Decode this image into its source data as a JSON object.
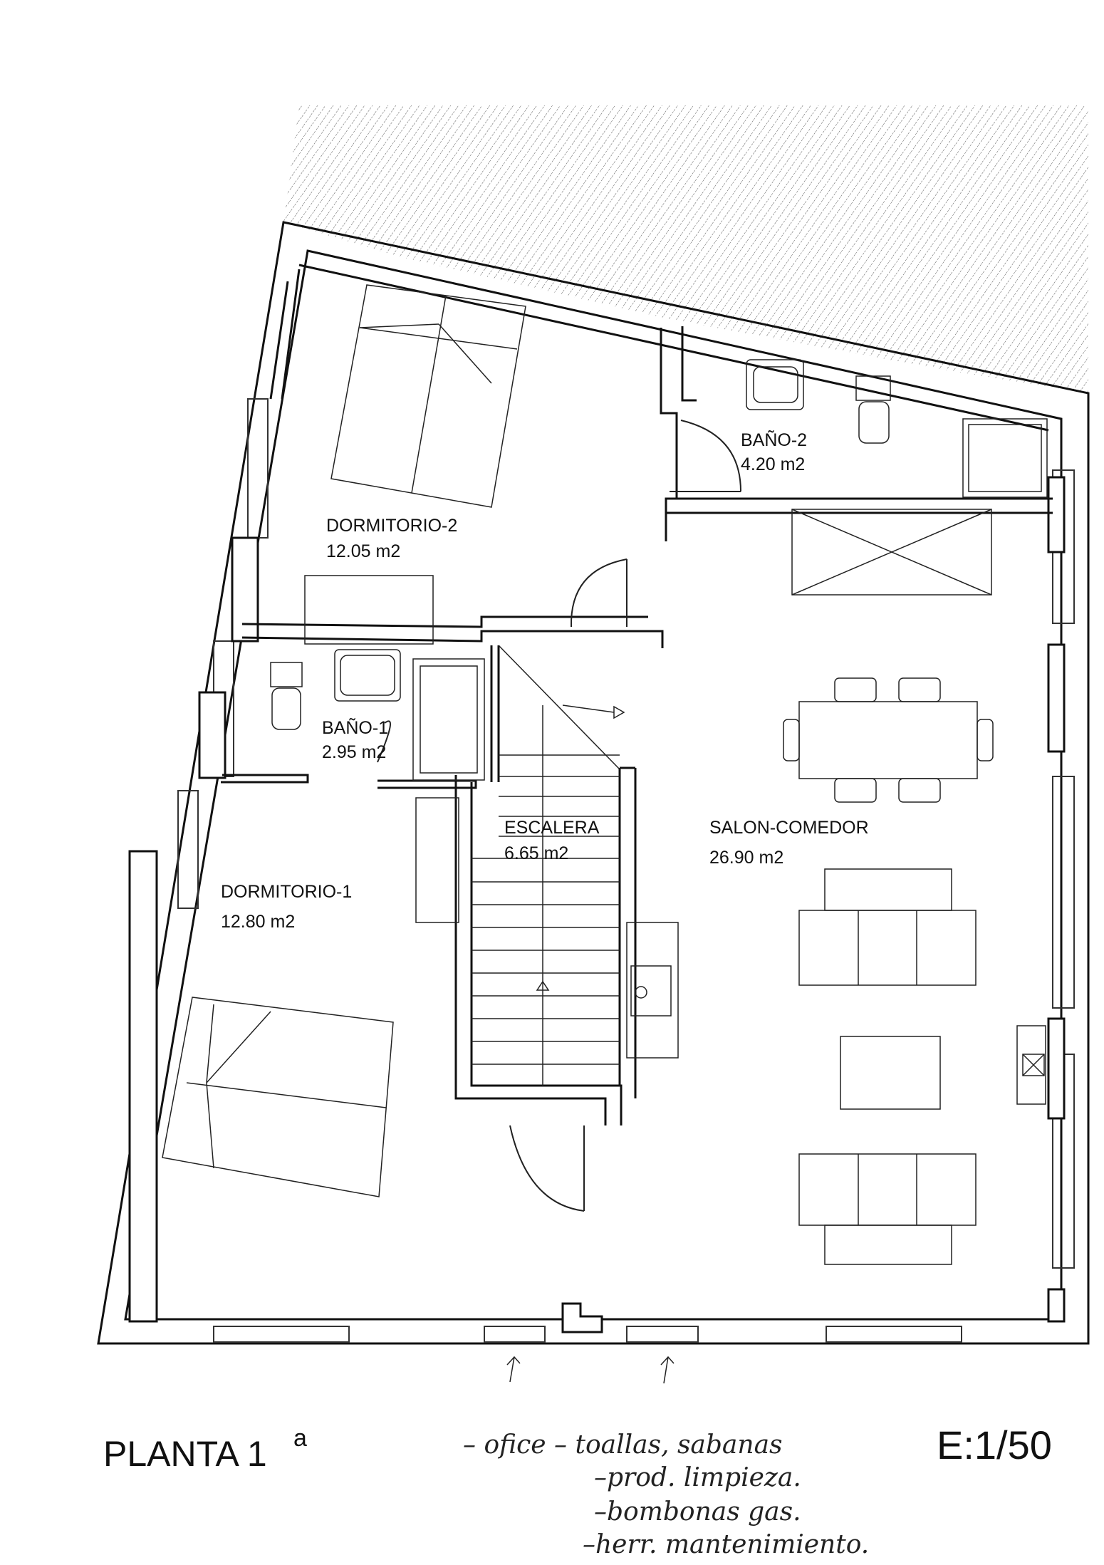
{
  "plan": {
    "title": "PLANTA 1",
    "title_superscript": "a",
    "scale": "E:1/50"
  },
  "rooms": [
    {
      "name": "DORMITORIO-2",
      "area": "12.05 m2"
    },
    {
      "name": "BAÑO-2",
      "area": "4.20 m2"
    },
    {
      "name": "BAÑO-1",
      "area": "2.95 m2"
    },
    {
      "name": "ESCALERA",
      "area": "6.65 m2"
    },
    {
      "name": "SALON-COMEDOR",
      "area": "26.90 m2"
    },
    {
      "name": "DORMITORIO-1",
      "area": "12.80 m2"
    }
  ],
  "handwritten_notes": [
    "– ofice – toallas, sabanas",
    "–prod. limpieza.",
    "–bombonas gas.",
    "–herr. mantenimiento."
  ]
}
